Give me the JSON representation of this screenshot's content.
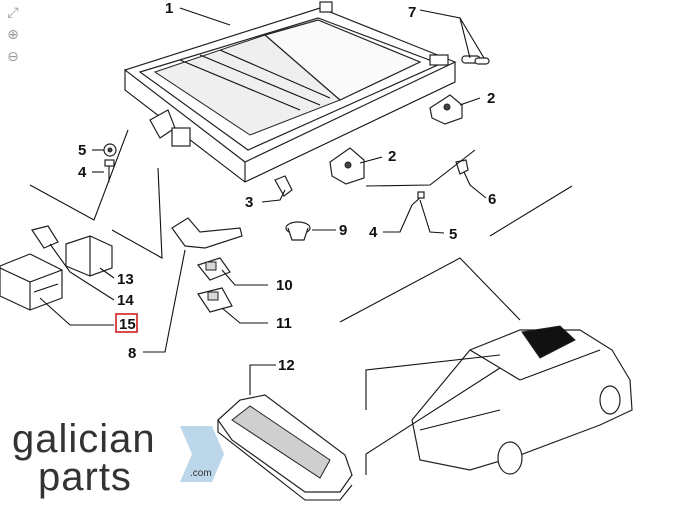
{
  "toolbar": {
    "fit_icon": "fit-screen-icon",
    "zoom_in_icon": "zoom-in-icon",
    "zoom_out_icon": "zoom-out-icon",
    "fit_glyph": "⤢",
    "zoom_in_glyph": "⊕",
    "zoom_out_glyph": "⊖"
  },
  "callouts": [
    "1",
    "7",
    "2",
    "5",
    "4",
    "2",
    "6",
    "3",
    "9",
    "4",
    "5",
    "13",
    "10",
    "14",
    "15",
    "11",
    "8",
    "12"
  ],
  "highlighted_callout": "15",
  "brand": {
    "line1": "galician",
    "line2": "parts",
    "suffix": ".com"
  },
  "colors": {
    "line": "#111111",
    "highlight": "#d02020",
    "accent_light_blue": "#bcd6ea"
  }
}
